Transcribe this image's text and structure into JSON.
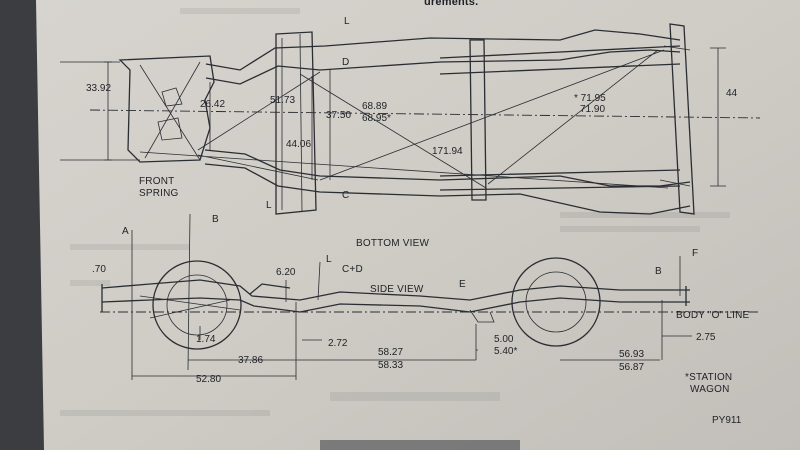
{
  "top_text": "urements.",
  "views": {
    "bottom": "BOTTOM VIEW",
    "side": "SIDE VIEW"
  },
  "labels": {
    "front_spring": [
      "FRONT",
      "SPRING"
    ],
    "body_o_line": "BODY \"O\" LINE",
    "station_wagon": [
      "*STATION",
      "WAGON"
    ],
    "figure_id": "PY911",
    "letters": {
      "L_top": "L",
      "D": "D",
      "C": "C",
      "L_bottom": "L",
      "B_bottom": "B",
      "F": "F",
      "A": "A",
      "L_side": "L",
      "C_plus_D": "C+D",
      "E": "E",
      "B_side": "B"
    }
  },
  "dimensions_bottom": {
    "d3392": "33.92",
    "d2642": "26.42",
    "d5173": "51.73",
    "d6889": "68.89",
    "d6895": "68.95*",
    "d3750": "37.50",
    "d4406": "44.06",
    "d17194": "171.94",
    "d7195": "* 71.95",
    "d7190": "71.90",
    "d44": "44"
  },
  "dimensions_side": {
    "d70": ".70",
    "d620": "6.20",
    "d174": "1.74",
    "d272": "2.72",
    "d3786": "37.86",
    "d5827": "58.27",
    "d5833": "58.33",
    "d500": "5.00",
    "d540": "5.40*",
    "d5693": "56.93",
    "d5687": "56.87",
    "d275": "2.75",
    "d5280": "52.80"
  }
}
